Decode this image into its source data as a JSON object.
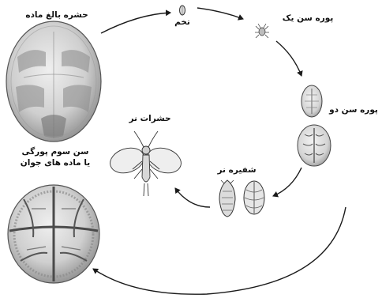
{
  "title": "",
  "stages": {
    "adult_female": "حشره بالغ ماده",
    "egg": "تخم",
    "nymph_1": "پوره سن یک",
    "nymph_2": "پوره سن دو",
    "male_adult": "حشرات نر",
    "pupa": "شفیره نر",
    "nymph_3_line1": "سن سوم پورگی",
    "nymph_3_line2": "یا ماده های جوان"
  },
  "colors": {
    "ink": "#1a1a1a",
    "shell_light": "#e9e9e9",
    "shell_mid": "#bdbdbd",
    "shell_dark": "#7a7a7a"
  }
}
